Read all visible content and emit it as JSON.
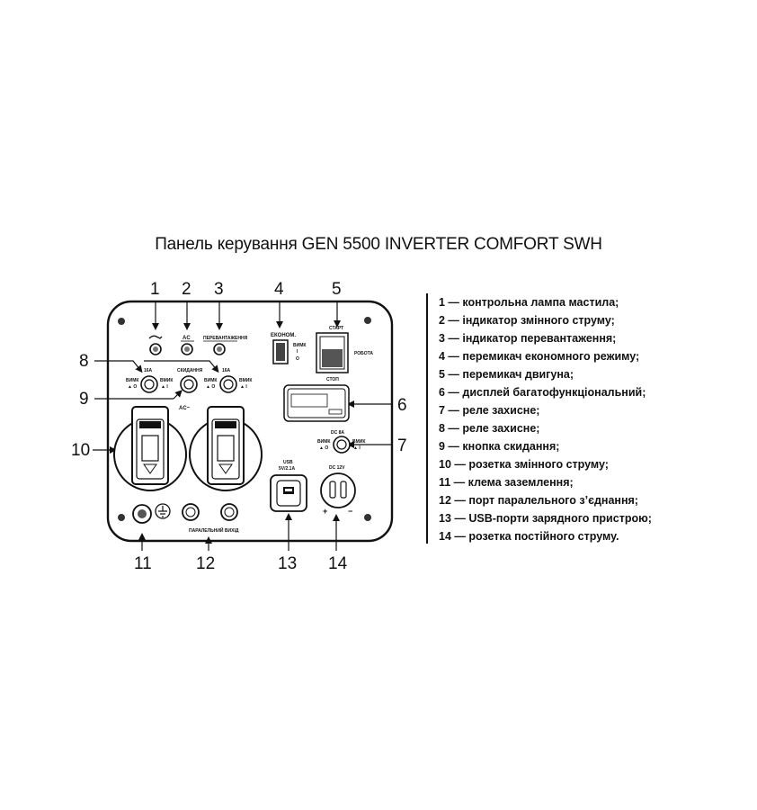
{
  "title": "Панель керування GEN 5500 INVERTER COMFORT SWH",
  "callouts": [
    "1",
    "2",
    "3",
    "4",
    "5",
    "6",
    "7",
    "8",
    "9",
    "10",
    "11",
    "12",
    "13",
    "14"
  ],
  "panel_labels": {
    "ac": "AC",
    "overload": "ПЕРЕВАНТАЖЕННЯ",
    "econ": "ЕКОНОМ.",
    "econ_off": "ВИМК",
    "econ_on_symbol": "I",
    "econ_off_symbol": "O",
    "start": "СТАРТ",
    "run": "РОБОТА",
    "stop": "СТОП",
    "amp_left": "16A",
    "amp_right": "16A",
    "reset": "СКИДАННЯ",
    "off_left": "ВИМК",
    "off_left_symbol": "▲ O",
    "on_left": "ВМИК",
    "on_left_symbol": "▲ I",
    "off_right": "ВИМК",
    "off_right_symbol": "▲ O",
    "on_right": "ВМИК",
    "on_right_symbol": "▲ I",
    "ac_tilde": "AC~",
    "dc_amp": "DC 8A",
    "dc_off": "ВИМК",
    "dc_off_symbol": "▲ O",
    "dc_on": "ВМИК",
    "dc_on_symbol": "▲ I",
    "usb": "USB",
    "usb_rating": "5V/2.1A",
    "dc_volt": "DC 12V",
    "plus": "+",
    "minus": "−",
    "parallel": "ПАРАЛЕЛЬНИЙ ВИХІД"
  },
  "legend": [
    "1 — контрольна лампа мастила;",
    "2 — індикатор змінного струму;",
    "3 — індикатор перевантаження;",
    "4 — перемикач економного режиму;",
    "5 — перемикач двигуна;",
    "6 — дисплей багатофункціональний;",
    "7 — реле захисне;",
    "8 — реле захисне;",
    "9 — кнопка скидання;",
    "10 — розетка змінного струму;",
    "11 — клема заземлення;",
    "12 — порт паралельного з’єднання;",
    "13 — USB-порти зарядного пристрою;",
    "14 — розетка постійного струму."
  ],
  "icons": [
    "oil-lamp-icon",
    "ground-symbol-icon",
    "socket-icon",
    "screw-icon"
  ]
}
